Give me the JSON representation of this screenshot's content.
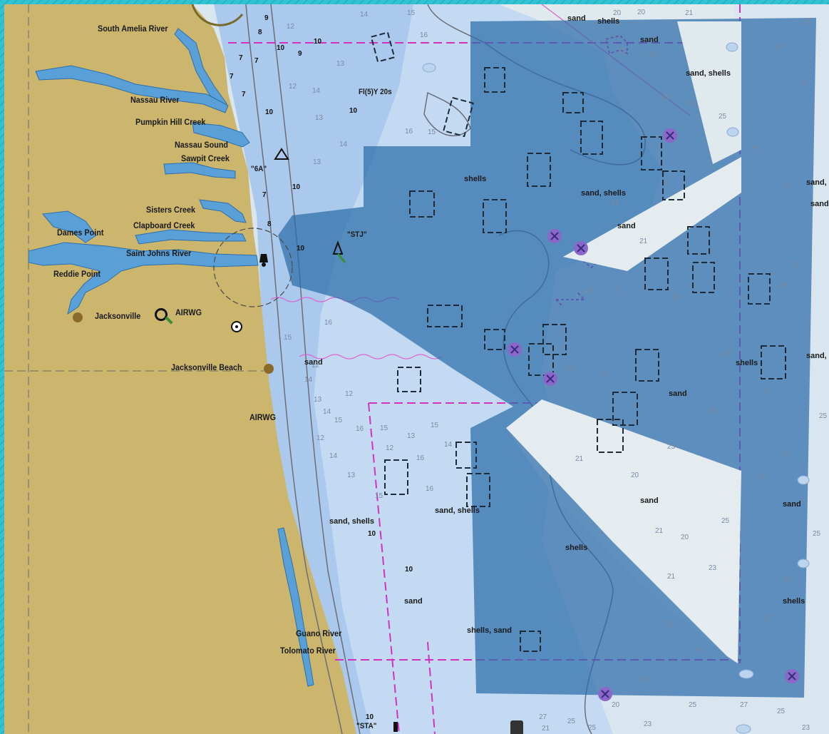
{
  "map": {
    "colors": {
      "frame": "#2fc3d3",
      "land": "#ccb66e",
      "water_shallow": "#aac9ec",
      "water_mid": "#c3daf2",
      "water_deep": "#d9e6ef",
      "area_overlay": "#2d6ca9",
      "restricted_line": "#d232c0",
      "depth_contour": "#6b6e79",
      "inland_water": "#5aa0d8"
    },
    "place_labels": [
      {
        "id": "south-amelia-river",
        "text": "South Amelia River"
      },
      {
        "id": "nassau-river",
        "text": "Nassau River"
      },
      {
        "id": "pumpkin-hill-creek",
        "text": "Pumpkin Hill Creek"
      },
      {
        "id": "nassau-sound",
        "text": "Nassau Sound"
      },
      {
        "id": "sawpit-creek",
        "text": "Sawpit Creek"
      },
      {
        "id": "sisters-creek",
        "text": "Sisters Creek"
      },
      {
        "id": "clapboard-creek",
        "text": "Clapboard Creek"
      },
      {
        "id": "dames-point",
        "text": "Dames Point"
      },
      {
        "id": "saint-johns-river",
        "text": "Saint Johns River"
      },
      {
        "id": "reddie-point",
        "text": "Reddie Point"
      },
      {
        "id": "jacksonville",
        "text": "Jacksonville"
      },
      {
        "id": "jacksonville-beach",
        "text": "Jacksonville Beach"
      },
      {
        "id": "guano-river",
        "text": "Guano River"
      },
      {
        "id": "tolomato-river",
        "text": "Tolomato River"
      }
    ],
    "aid_labels": [
      {
        "id": "light-characteristic",
        "text": "Fl(5)Y 20s"
      },
      {
        "id": "buoy-6a",
        "text": "\"6A\""
      },
      {
        "id": "buoy-stj",
        "text": "\"STJ\""
      },
      {
        "id": "buoy-sta",
        "text": "\"STA\""
      },
      {
        "id": "airwg-1",
        "text": "AIRWG"
      },
      {
        "id": "airwg-2",
        "text": "AIRWG"
      }
    ],
    "bottom_labels": [
      {
        "id": "b1",
        "text": "sand"
      },
      {
        "id": "b2",
        "text": "shells"
      },
      {
        "id": "b3",
        "text": "sand"
      },
      {
        "id": "b4",
        "text": "sand, shells"
      },
      {
        "id": "b5",
        "text": "shells"
      },
      {
        "id": "b6",
        "text": "sand, shells"
      },
      {
        "id": "b7",
        "text": "sand"
      },
      {
        "id": "b8",
        "text": "sand"
      },
      {
        "id": "b9",
        "text": "sand,"
      },
      {
        "id": "b10",
        "text": "sand"
      },
      {
        "id": "b11",
        "text": "sand"
      },
      {
        "id": "b12",
        "text": "shells"
      },
      {
        "id": "b13",
        "text": "sand,"
      },
      {
        "id": "b14",
        "text": "sand"
      },
      {
        "id": "b15",
        "text": "sand, shells"
      },
      {
        "id": "b16",
        "text": "sand, shells"
      },
      {
        "id": "b17",
        "text": "sand"
      },
      {
        "id": "b18",
        "text": "shells"
      },
      {
        "id": "b19",
        "text": "sand"
      },
      {
        "id": "b20",
        "text": "shells"
      },
      {
        "id": "b21",
        "text": "sand"
      },
      {
        "id": "b22",
        "text": "shells, sand"
      }
    ],
    "soundings_dark": [
      "9",
      "8",
      "7",
      "10",
      "9",
      "7",
      "10",
      "7",
      "10",
      "7",
      "7",
      "8",
      "10",
      "10",
      "10",
      "10",
      "10",
      "10"
    ],
    "soundings": [
      "12",
      "13",
      "14",
      "15",
      "14",
      "12",
      "13",
      "16",
      "15",
      "16",
      "14",
      "13",
      "12",
      "16",
      "15",
      "14",
      "12",
      "13",
      "14",
      "15",
      "16",
      "12",
      "14",
      "13",
      "15",
      "16",
      "12",
      "13",
      "15",
      "14",
      "15",
      "16",
      "20",
      "21",
      "20",
      "21",
      "23",
      "25",
      "20",
      "21",
      "20",
      "23",
      "25",
      "27",
      "25",
      "21",
      "20",
      "23",
      "25",
      "27",
      "21",
      "23",
      "25",
      "21",
      "20",
      "23",
      "25",
      "21",
      "20",
      "23",
      "25",
      "27",
      "25",
      "21",
      "23",
      "27",
      "25",
      "25",
      "23",
      "25",
      "27",
      "23",
      "25",
      "27",
      "25",
      "23",
      "20",
      "21",
      "23",
      "25",
      "27",
      "25",
      "23",
      "21"
    ]
  }
}
